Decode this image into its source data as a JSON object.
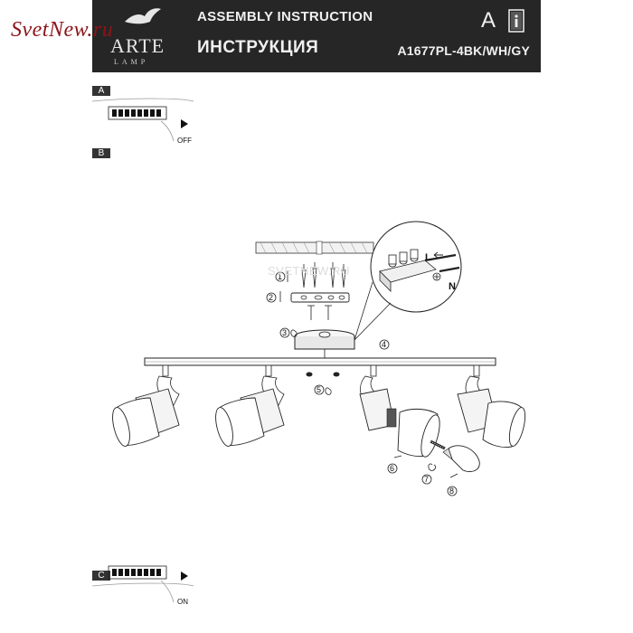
{
  "header": {
    "logo_name": "ARTE",
    "logo_sub": "LAMP",
    "title_en": "ASSEMBLY INSTRUCTION",
    "title_ru": "ИНСТРУКЦИЯ",
    "class_letter": "A",
    "info_icon": "info-icon",
    "model": "A1677PL-4BK/WH/GY"
  },
  "watermark": {
    "corner": "SvetNew.ru",
    "center": "SVETNEW.RU"
  },
  "sections": {
    "a": {
      "label": "A",
      "switch_state": "OFF"
    },
    "b": {
      "label": "B"
    },
    "c": {
      "label": "C",
      "switch_state": "ON"
    }
  },
  "diagram": {
    "steps": [
      "1",
      "2",
      "3",
      "4",
      "5",
      "6",
      "7",
      "8"
    ],
    "wires": {
      "live": "L",
      "neutral": "N"
    }
  }
}
